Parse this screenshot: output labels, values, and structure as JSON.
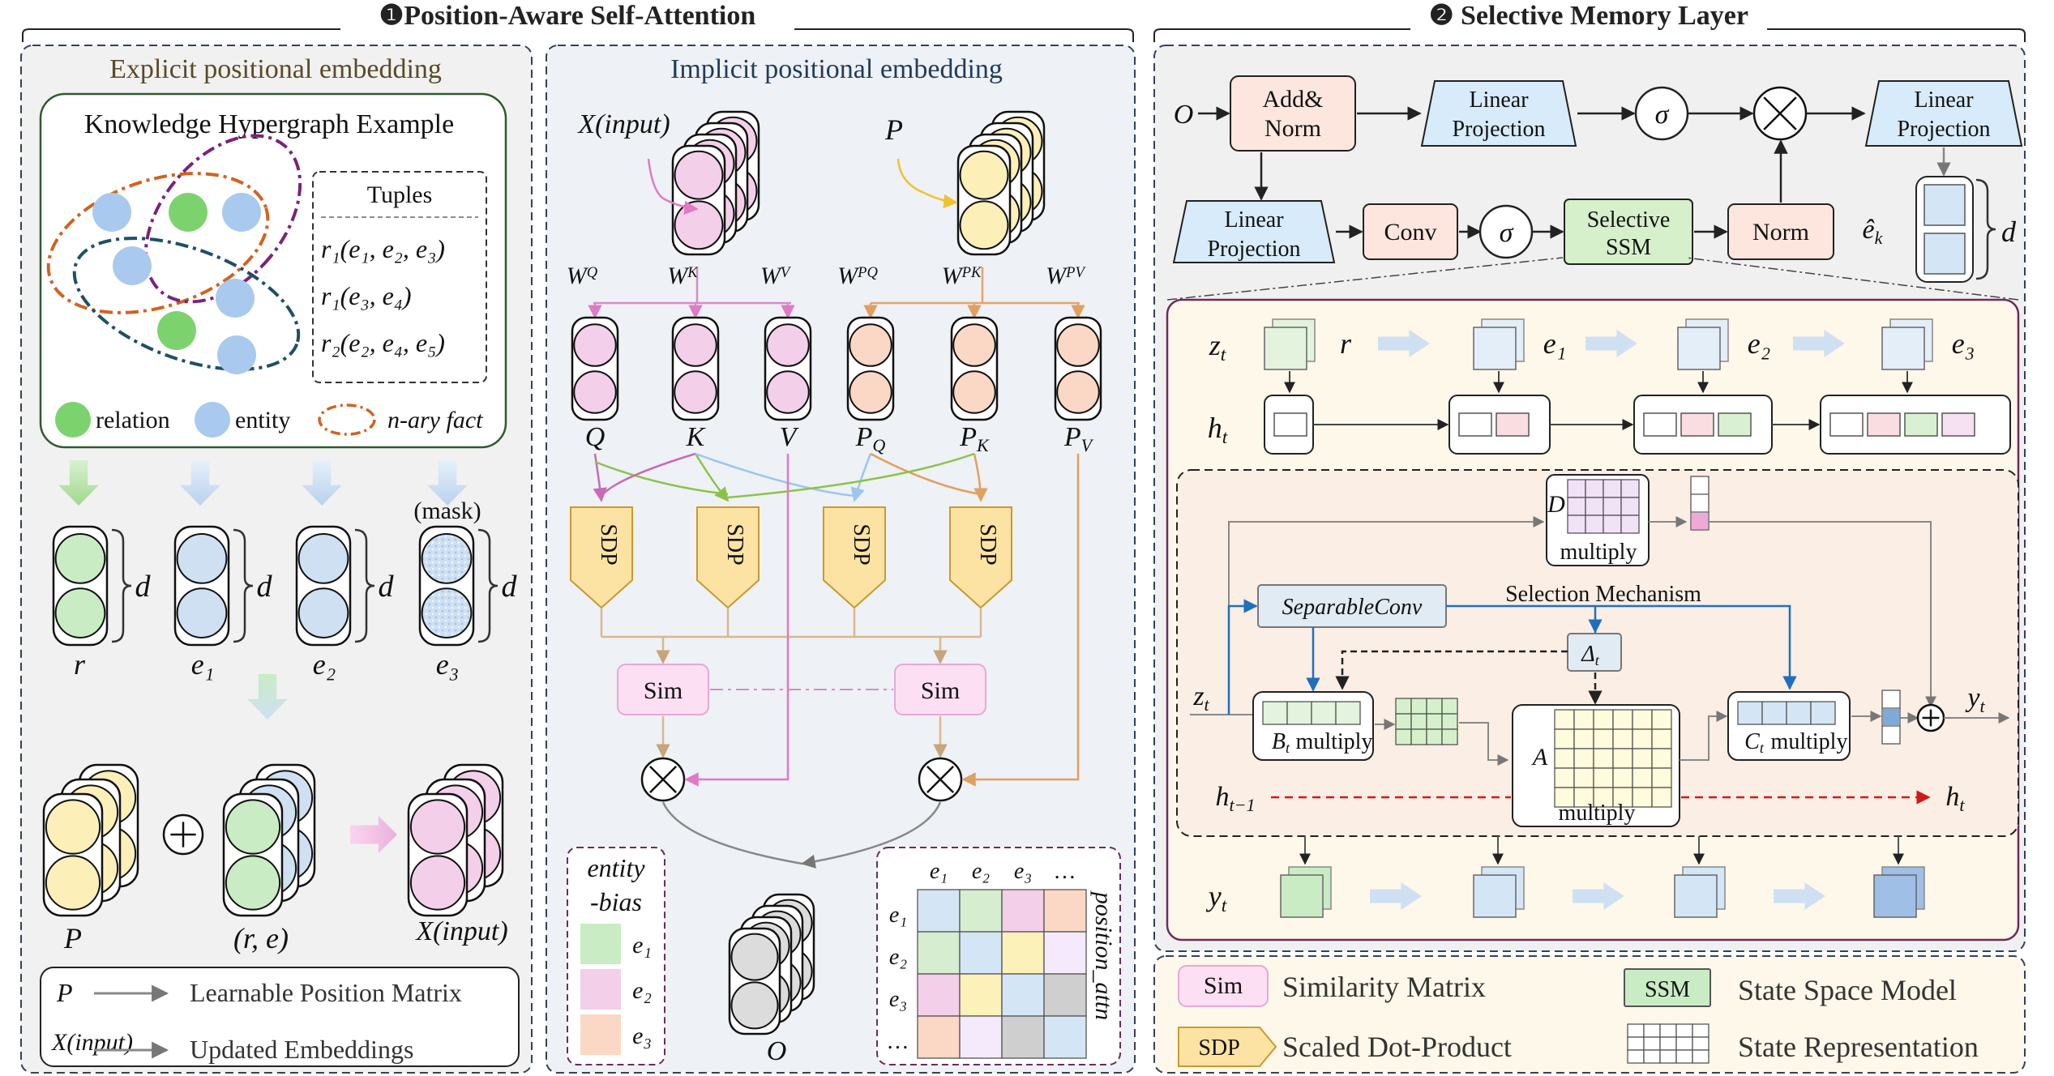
{
  "sections": {
    "left_title": "❶Position-Aware Self-Attention",
    "right_title": "❷ Selective Memory Layer",
    "explicit_title": "Explicit positional embedding",
    "implicit_title": "Implicit positional embedding"
  },
  "hypergraph": {
    "title": "Knowledge Hypergraph Example",
    "tuples_header": "Tuples",
    "tuples": [
      "r₁(e₁, e₂, e₃)",
      "r₁(e₃, e₄)",
      "r₂(e₂, e₄, e₅)"
    ],
    "legend_relation": "relation",
    "legend_entity": "entity",
    "legend_nary": "n-ary fact"
  },
  "explicit": {
    "mask_label": "(mask)",
    "d": "d",
    "stack_labels": [
      "r",
      "e₁",
      "e₂",
      "e₃"
    ],
    "combine_labels": [
      "P",
      "(r, e)",
      "X(input)"
    ],
    "legend_p": "P",
    "legend_p_text": "Learnable Position Matrix",
    "legend_x": "X(input)",
    "legend_x_text": "Updated Embeddings"
  },
  "implicit": {
    "x_input": "X(input)",
    "p_label": "P",
    "weights": [
      "W^Q",
      "W^K",
      "W^V",
      "W^PQ",
      "W^PK",
      "W^PV"
    ],
    "vectors": [
      "Q",
      "K",
      "V",
      "PQ",
      "PK",
      "PV"
    ],
    "sdp": "SDP",
    "sim": "Sim",
    "output": "O",
    "entity_bias_title1": "entity",
    "entity_bias_title2": "-bias",
    "entity_bias_rows": [
      "e₁",
      "e₂",
      "e₃"
    ],
    "position_attn": "position_attn",
    "matrix_cols": [
      "e₁",
      "e₂",
      "e₃",
      "…"
    ],
    "matrix_rows": [
      "e₁",
      "e₂",
      "e₃",
      "…"
    ]
  },
  "memory": {
    "o_label": "O",
    "add_norm": [
      "Add&",
      "Norm"
    ],
    "linear_projection": [
      "Linear",
      "Projection"
    ],
    "conv": "Conv",
    "sigma": "σ",
    "selective_ssm": [
      "Selective",
      "SSM"
    ],
    "norm": "Norm",
    "ek": "ê_k",
    "d": "d",
    "zt": "z_t",
    "ht": "h_t",
    "yt": "y_t",
    "htm1": "h_t−1",
    "seq": [
      "r",
      "e₁",
      "e₂",
      "e₃"
    ],
    "d_label": "D",
    "multiply": "multiply",
    "separable_conv": "SeparableConv",
    "selection_mechanism": "Selection Mechanism",
    "delta": "Δ_t",
    "bt_multiply": "B_t multiply",
    "a_label": "A",
    "ct_multiply": "C_t multiply"
  },
  "legend_bottom": {
    "sim": "Sim",
    "sim_text": "Similarity Matrix",
    "sdp": "SDP",
    "sdp_text": "Scaled Dot-Product",
    "ssm": "SSM",
    "ssm_text": "State Space Model",
    "state_text": "State Representation"
  },
  "colors": {
    "green": "#c9ecc4",
    "blue": "#cfe0f3",
    "pink": "#f3cfe9",
    "yellow": "#fcefb8",
    "peach": "#fbd8c5",
    "sdp": "#fde3a3",
    "ssm_green": "#d6f0cc"
  }
}
